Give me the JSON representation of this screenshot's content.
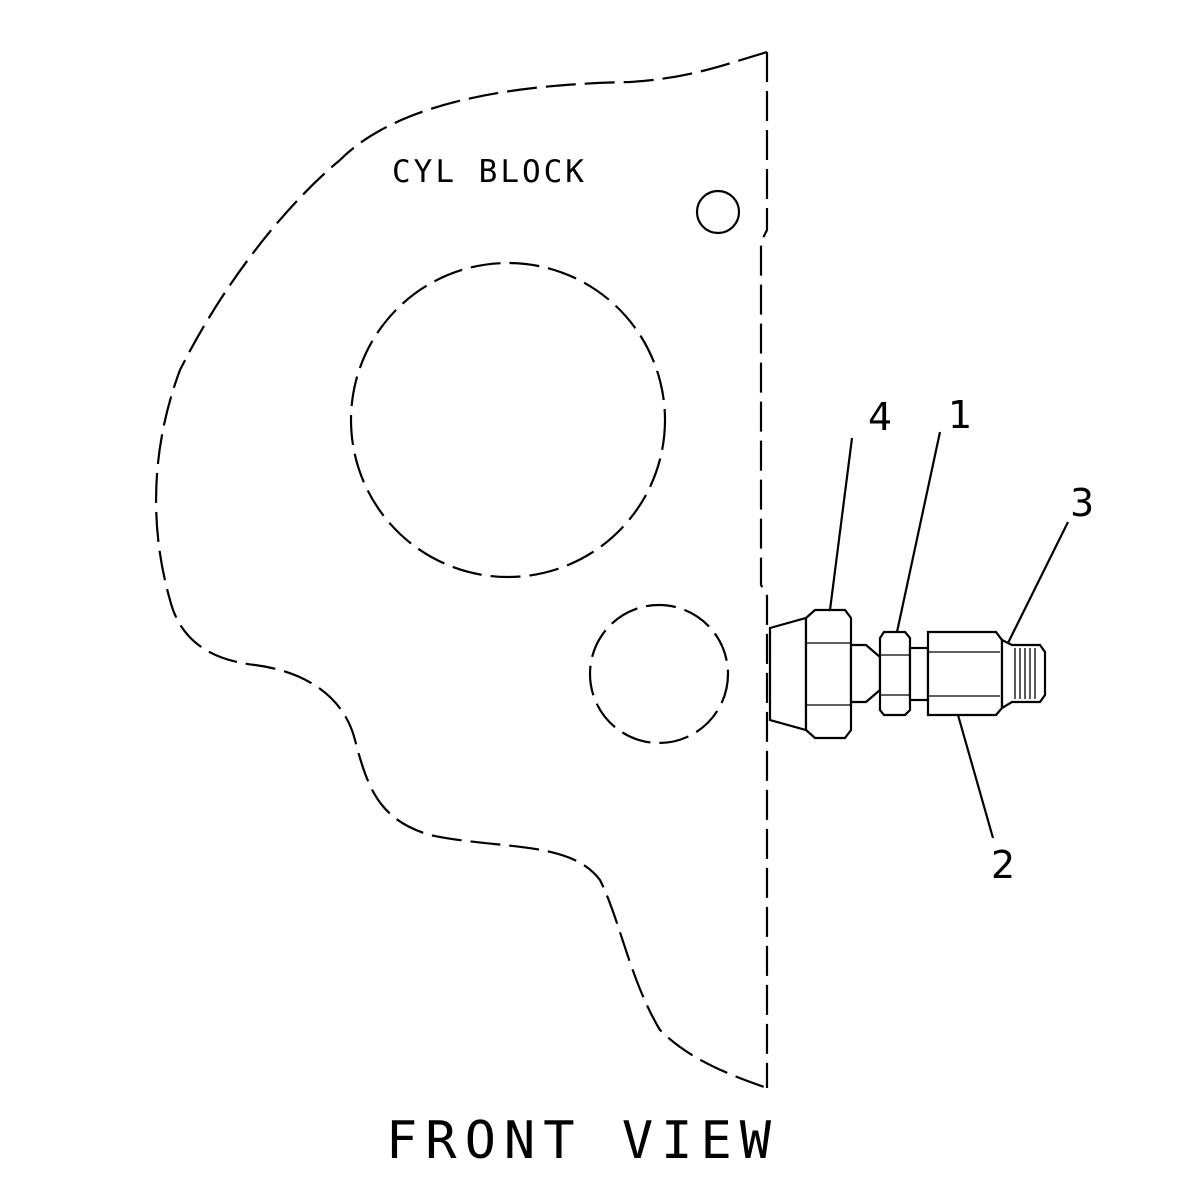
{
  "drawing": {
    "block_label": "CYL BLOCK",
    "view_label": "FRONT VIEW",
    "callouts": [
      "4",
      "1",
      "3",
      "2"
    ]
  }
}
